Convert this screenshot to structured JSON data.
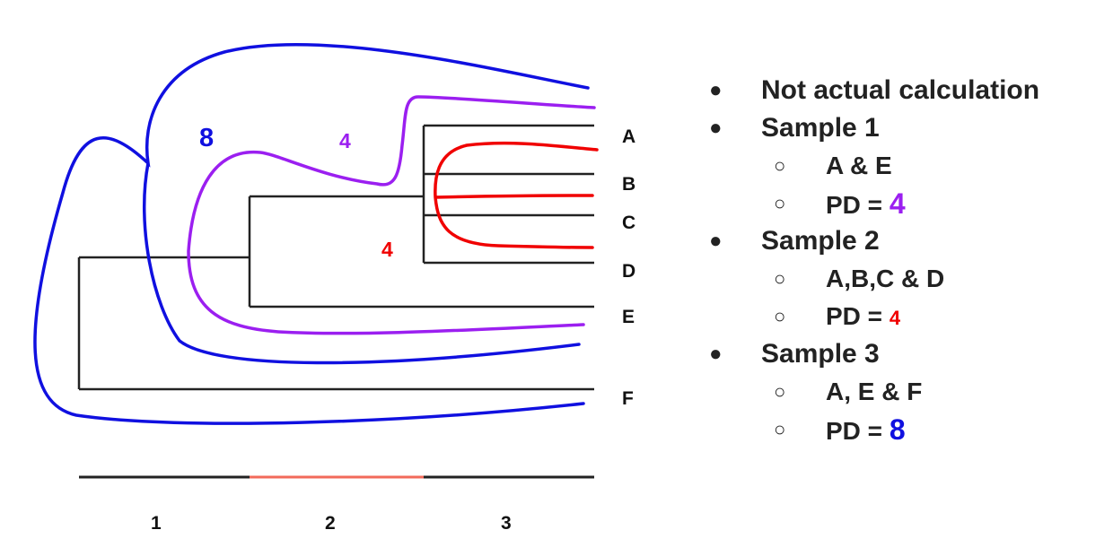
{
  "tree": {
    "tips": [
      "A",
      "B",
      "C",
      "D",
      "E",
      "F"
    ],
    "axis_ticks": [
      "1",
      "2",
      "3"
    ],
    "colors": {
      "branch": "#222222",
      "sample1": "#9b1ff0",
      "sample2": "#f00000",
      "sample3": "#1010e0",
      "highlight_segment": "#f26a5a"
    },
    "outline_labels": {
      "sample3": "8",
      "sample1": "4",
      "sample2": "4"
    }
  },
  "legend": {
    "items": [
      {
        "text": "Not actual calculation"
      },
      {
        "text": "Sample 1",
        "sub": [
          "A & E"
        ],
        "pd_prefix": "PD = ",
        "pd_value": "4",
        "color": "#9b1ff0"
      },
      {
        "text": "Sample 2",
        "sub": [
          "A,B,C & D"
        ],
        "pd_prefix": "PD = ",
        "pd_value": "4",
        "color": "#f00000"
      },
      {
        "text": "Sample 3",
        "sub": [
          "A, E & F"
        ],
        "pd_prefix": "PD = ",
        "pd_value": "8",
        "color": "#1010e0"
      }
    ],
    "bullet_filled": "●",
    "bullet_hollow": "○"
  }
}
